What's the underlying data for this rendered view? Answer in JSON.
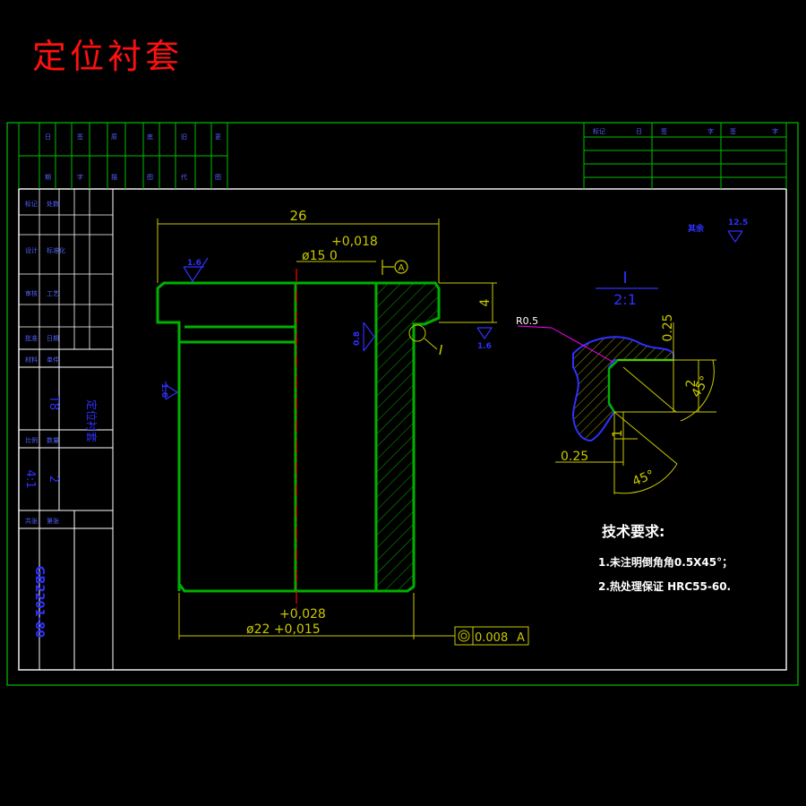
{
  "title": "定位衬套",
  "dims": {
    "overall_length": "26",
    "bore_tol_upper": "+0,018",
    "bore_diameter": "ø15 0",
    "datum": "A",
    "flange_thickness": "4",
    "outer_tol_upper": "+0,028",
    "outer_diameter": "ø22 +0,015",
    "runout_tolerance": "0.008",
    "runout_datum": "A"
  },
  "roughness": {
    "top": "1.6",
    "left": "1.6",
    "bore": "0.8",
    "flange": "1.6",
    "other": "12.5",
    "other_label": "其余"
  },
  "detail": {
    "label": "I",
    "scale": "2:1",
    "callout": "I",
    "radius": "R0.5",
    "dim_025_top": "0.25",
    "dim_2": "2",
    "dim_45_right": "45°",
    "dim_1": "1",
    "dim_025_bottom": "0.25",
    "dim_45_bottom": "45°"
  },
  "requirements": {
    "heading": "技术要求:",
    "items": [
      "1.未注明倒角角0.5X45°；",
      "2.热处理保证 HRC55-60."
    ]
  },
  "title_block": {
    "material": "T8",
    "part_name": "定位衬套",
    "scale": "4:1",
    "quantity": "2",
    "drawing_no": "GB2201-80"
  },
  "colors": {
    "background": "#000000",
    "frame": "#00c000",
    "outline": "#00b000",
    "dimension": "#c8c800",
    "annotation": "#3030ff",
    "leader": "#ff00ff",
    "centerline": "#ff0000",
    "title": "#ff1010",
    "text": "#ffffff"
  }
}
